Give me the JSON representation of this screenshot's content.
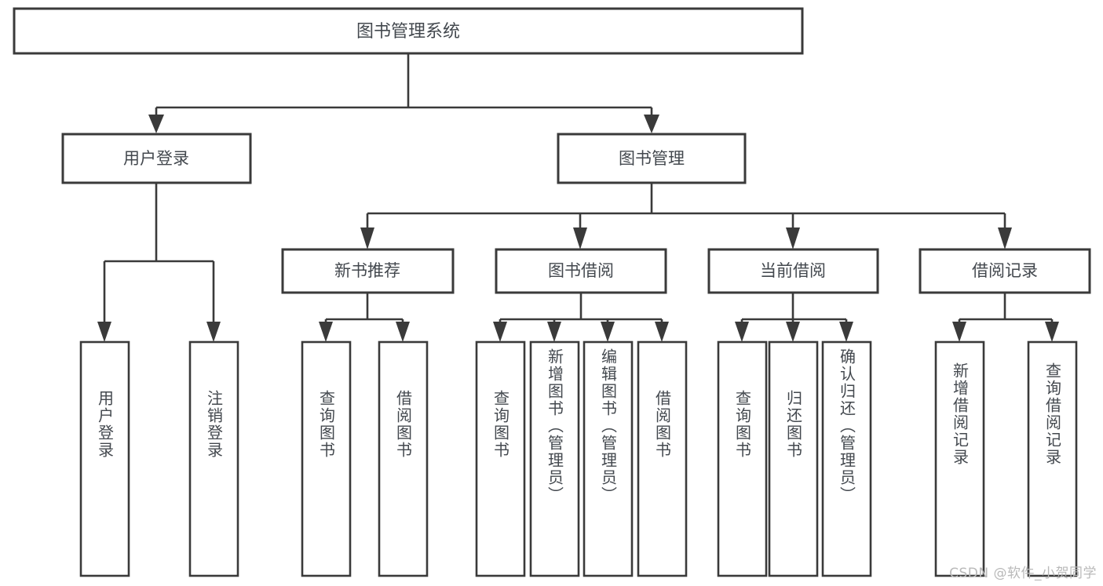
{
  "diagram": {
    "type": "hierarchy-tree",
    "title": "图书管理系统",
    "root": {
      "label": "图书管理系统"
    },
    "level2": [
      {
        "label": "用户登录"
      },
      {
        "label": "图书管理"
      }
    ],
    "level3": [
      {
        "label": "新书推荐"
      },
      {
        "label": "图书借阅"
      },
      {
        "label": "当前借阅"
      },
      {
        "label": "借阅记录"
      }
    ],
    "leaves": {
      "user_login": [
        {
          "label": "用户登录"
        },
        {
          "label": "注销登录"
        }
      ],
      "new_book_recommend": [
        {
          "label": "查询图书"
        },
        {
          "label": "借阅图书"
        }
      ],
      "book_borrow": [
        {
          "label": "查询图书"
        },
        {
          "label": "新增图书（管理员）"
        },
        {
          "label": "编辑图书（管理员）"
        },
        {
          "label": "借阅图书"
        }
      ],
      "current_borrow": [
        {
          "label": "查询图书"
        },
        {
          "label": "归还图书"
        },
        {
          "label": "确认归还（管理员）"
        }
      ],
      "borrow_record": [
        {
          "label": "新增借阅记录"
        },
        {
          "label": "查询借阅记录"
        }
      ]
    }
  },
  "watermark": {
    "text": "CSDN @软件_小贺同学"
  },
  "colors": {
    "stroke": "#3a3a3a",
    "text": "#43484e",
    "background": "#ffffff",
    "watermark": "#b9b9b9"
  }
}
